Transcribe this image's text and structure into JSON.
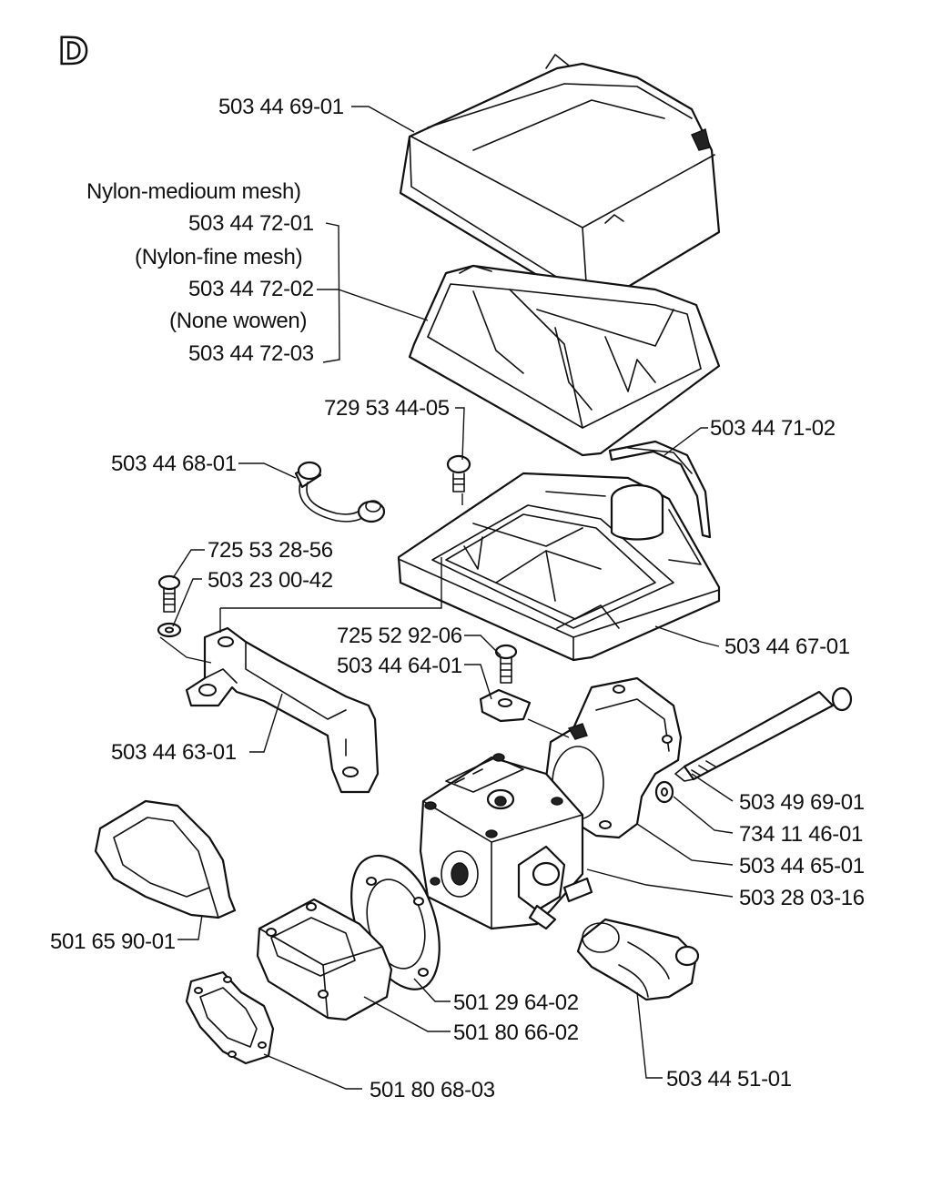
{
  "section_letter": "D",
  "labels": {
    "cover": "503 44 69-01",
    "filter_note_1": "Nylon-medioum mesh)",
    "filter_1": "503 44 72-01",
    "filter_note_2": "(Nylon-fine mesh)",
    "filter_2": "503 44 72-02",
    "filter_note_3": "(None wowen)",
    "filter_3": "503 44 72-03",
    "screw_top": "729 53 44-05",
    "seal_strip": "503 44 71-02",
    "hose": "503 44 68-01",
    "screw_left": "725 53 28-56",
    "washer_left": "503 23 00-42",
    "screw_mid": "725 52 92-06",
    "clip": "503 44 64-01",
    "filter_base": "503 44 67-01",
    "bracket": "503 44 63-01",
    "bolt": "503 49 69-01",
    "washer_right": "734 11 46-01",
    "intake_elbow": "503 44 65-01",
    "carburetor": "503 28 03-16",
    "rubber_boot": "501 65 90-01",
    "gasket_round": "501 29 64-02",
    "intake_manifold": "501 80 66-02",
    "gasket_flat": "501 80 68-03",
    "fuel_pump_hose": "503 44 51-01"
  }
}
